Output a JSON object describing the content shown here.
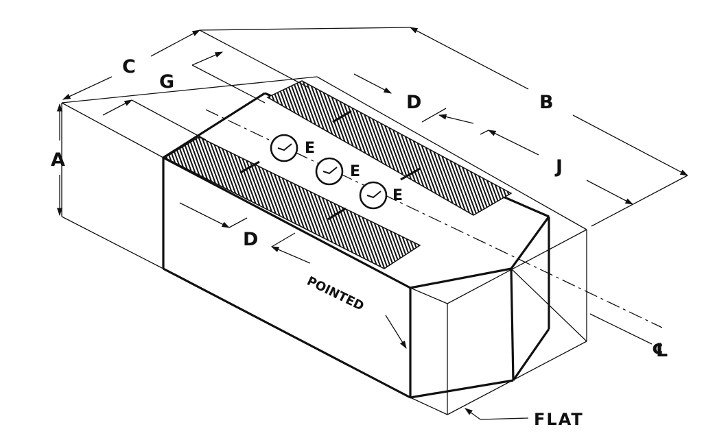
{
  "labels": {
    "a": "A",
    "b": "B",
    "c": "C",
    "d_top": "D",
    "d_bottom": "D",
    "g": "G",
    "j": "J",
    "e1": "E",
    "e2": "E",
    "e3": "E",
    "pointed": "POINTED",
    "flat": "FLAT",
    "centerline": "℄"
  }
}
